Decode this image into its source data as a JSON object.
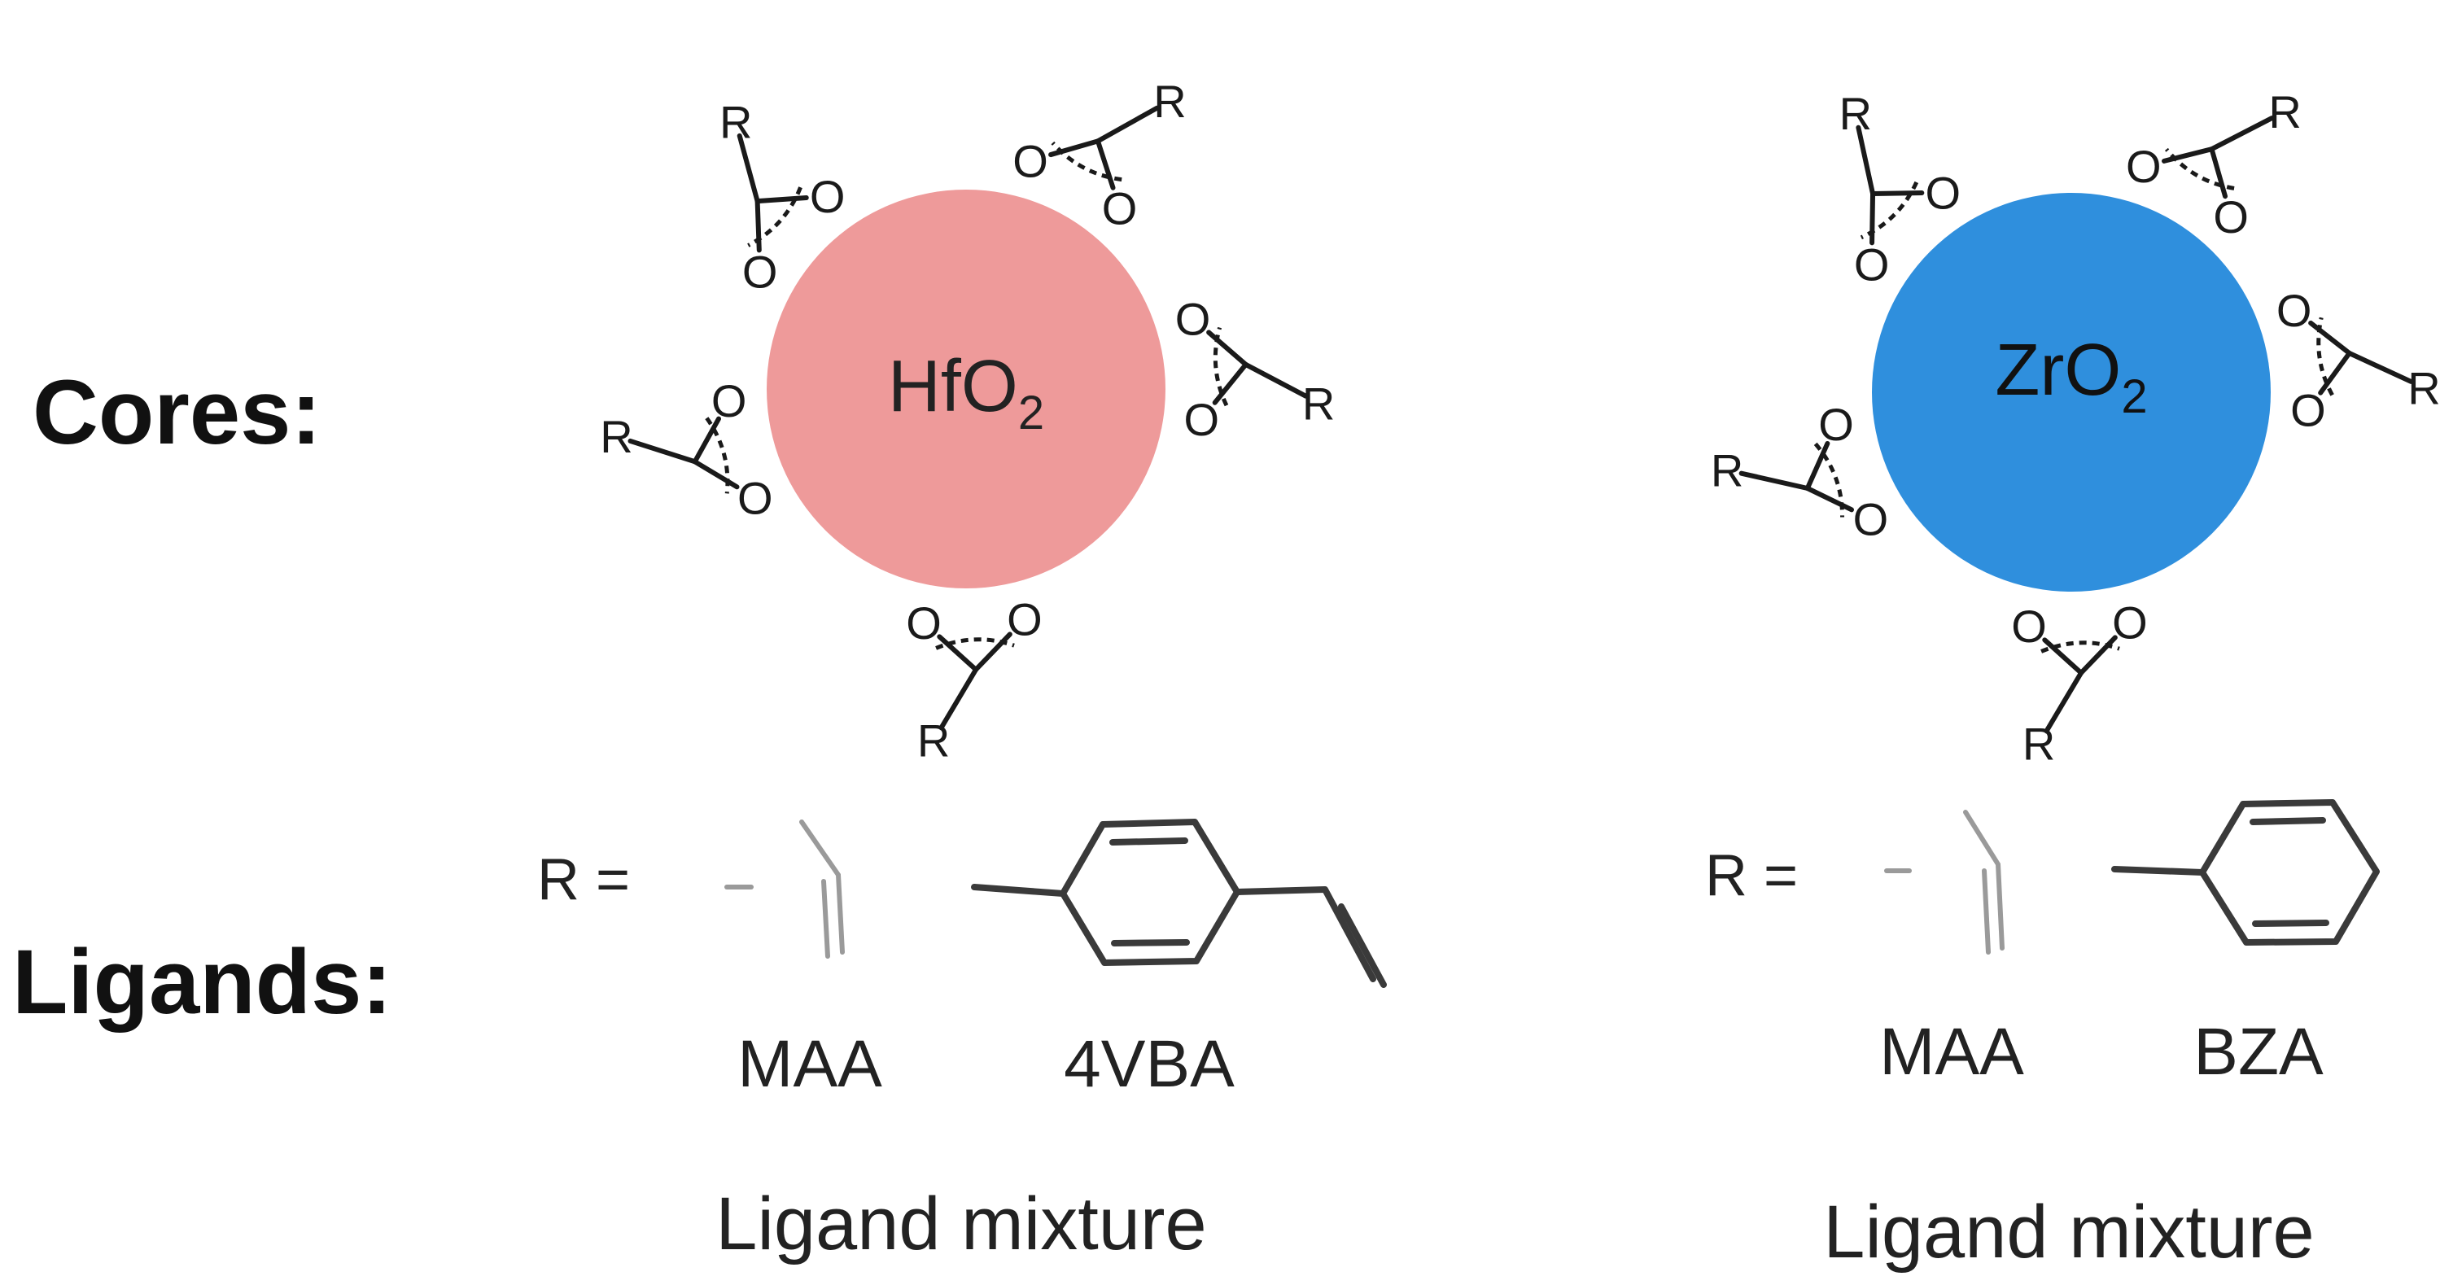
{
  "row_labels": {
    "cores": "Cores:",
    "ligands": "Ligands:"
  },
  "atom_labels": {
    "r": "R",
    "o": "O"
  },
  "left": {
    "core_label": {
      "main": "HfO",
      "sub": "2"
    },
    "core_color": "#EE9A9A",
    "r_equals": "R =",
    "ligand_a": "MAA",
    "ligand_b": "4VBA",
    "mixture": "Ligand mixture"
  },
  "right": {
    "core_label": {
      "main": "ZrO",
      "sub": "2"
    },
    "core_color": "#2F8FDD",
    "r_equals": "R =",
    "ligand_a": "MAA",
    "ligand_b": "BZA",
    "mixture": "Ligand mixture"
  }
}
